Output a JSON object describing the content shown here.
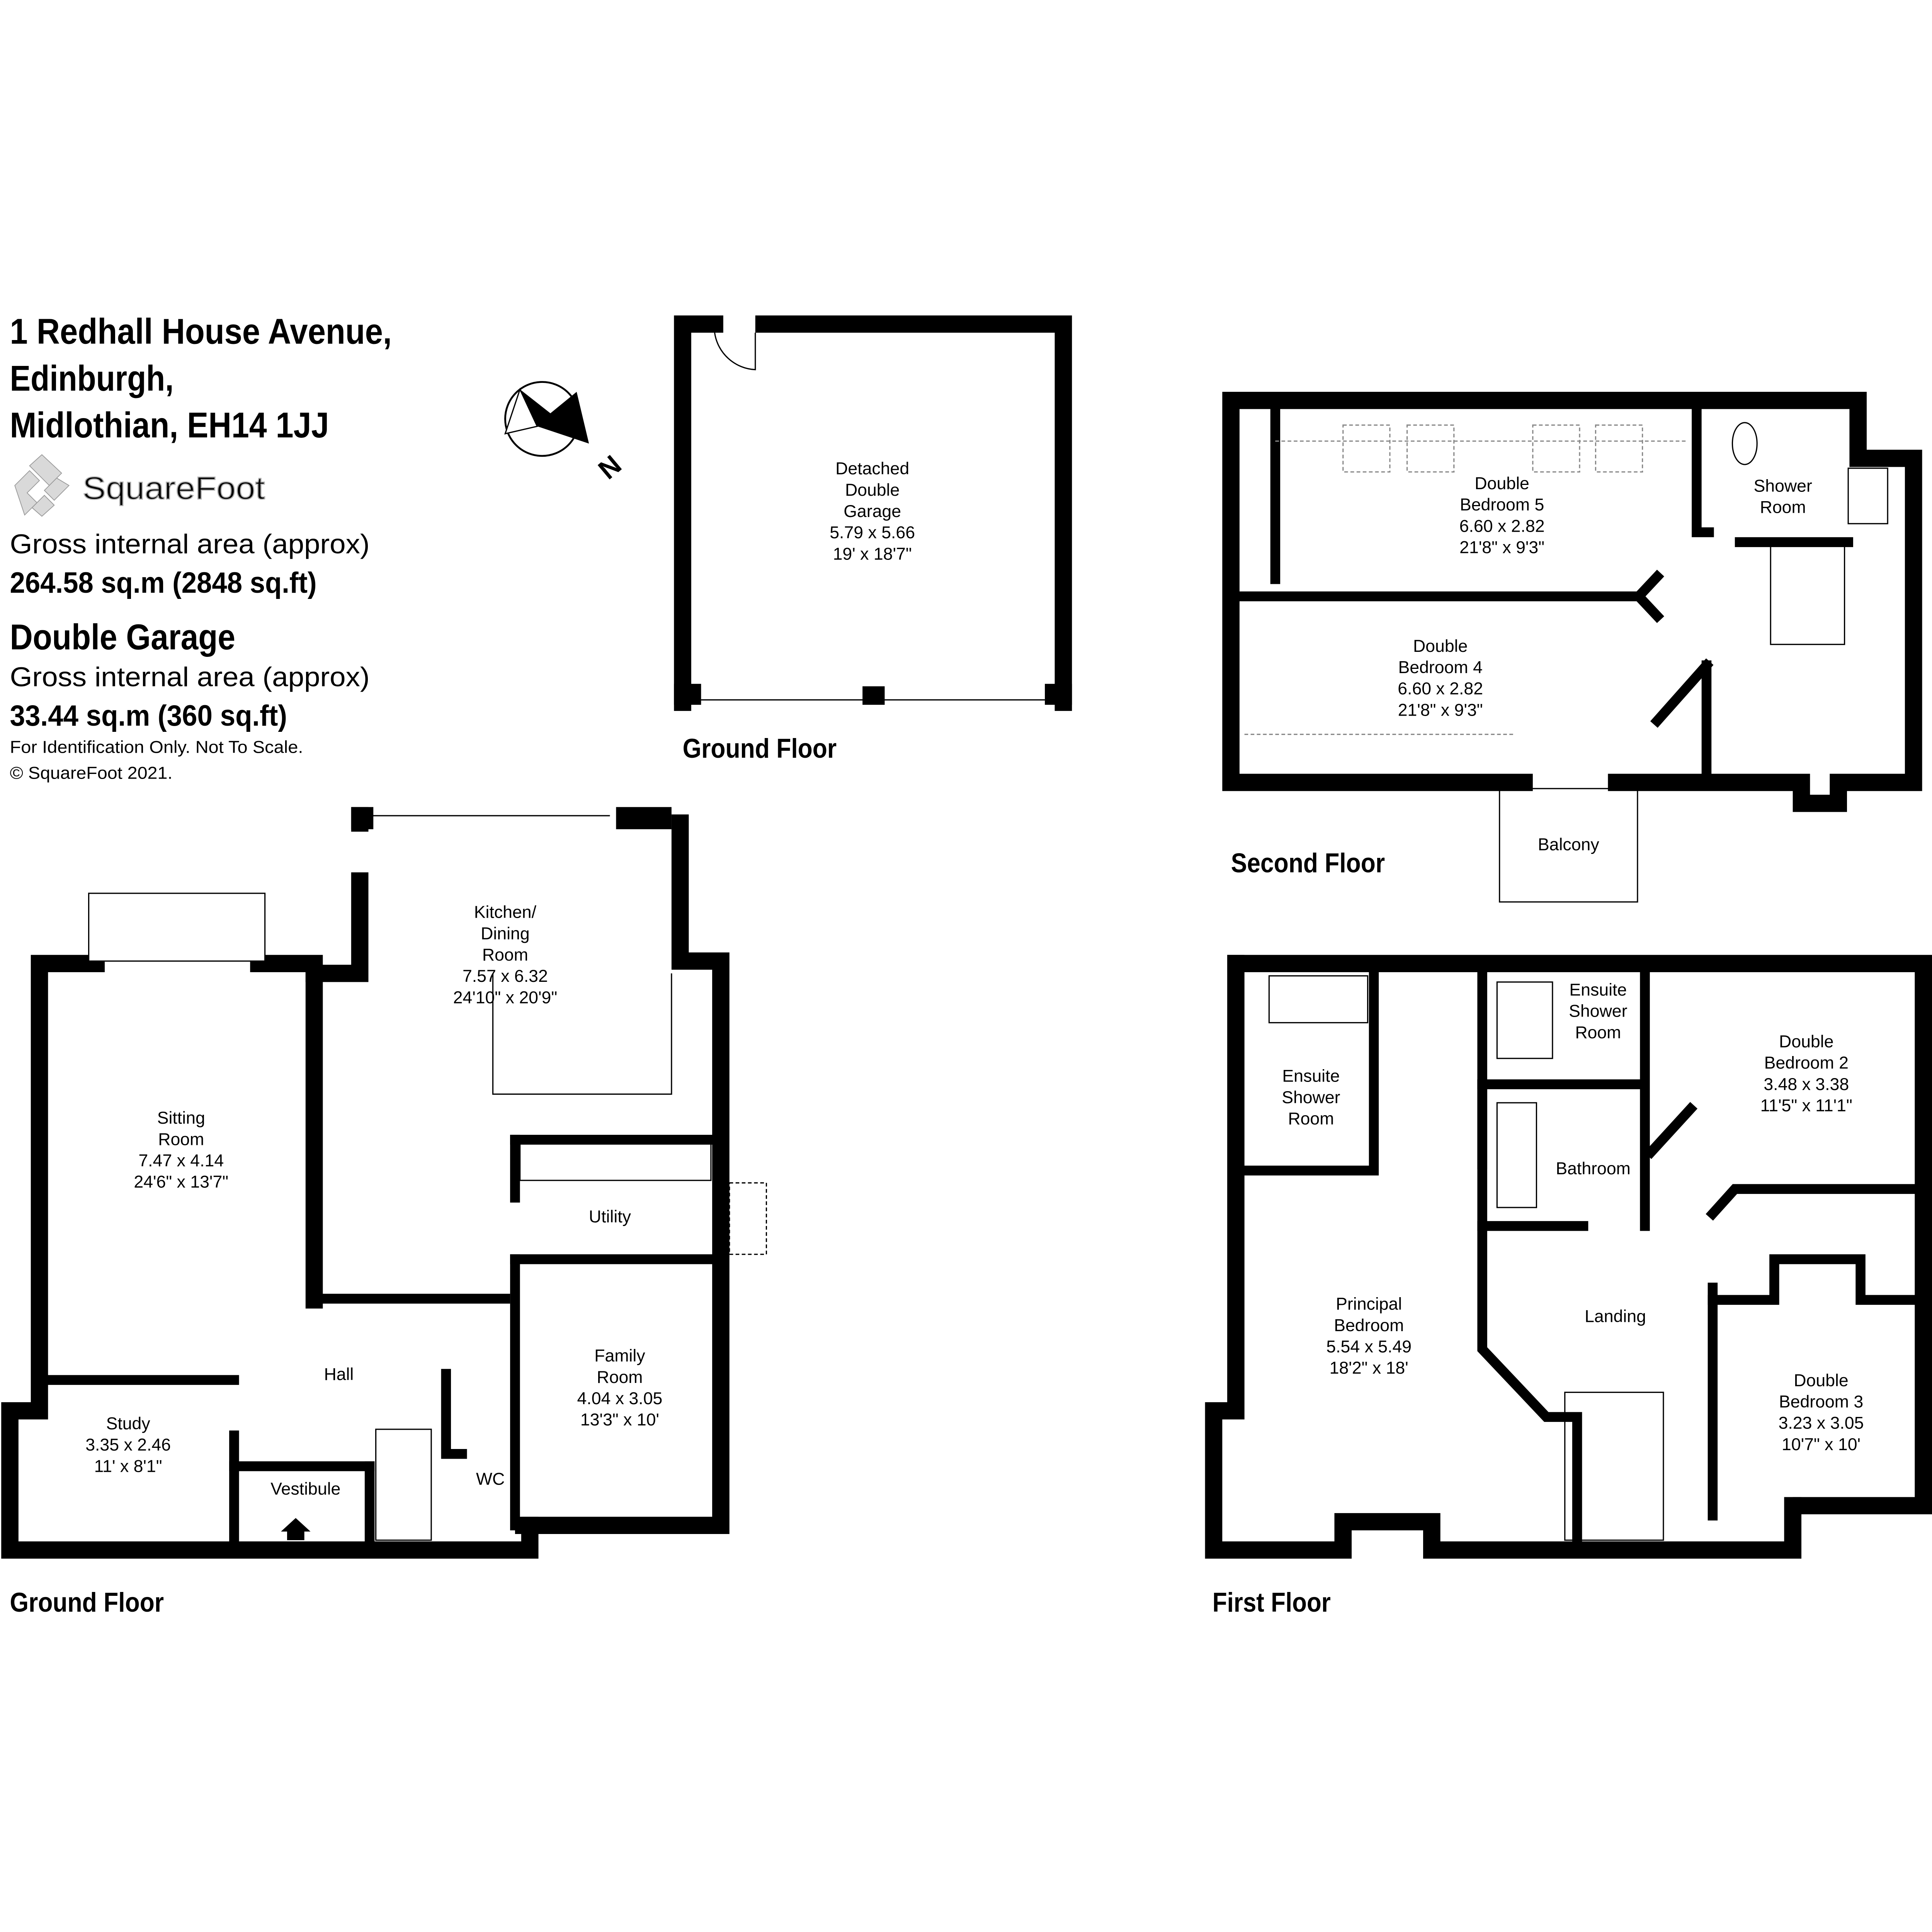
{
  "header": {
    "address_lines": [
      "1 Redhall House Avenue,",
      "Edinburgh,",
      "Midlothian, EH14 1JJ"
    ],
    "logo_text": "SquareFoot",
    "house_area_label": "Gross internal area (approx)",
    "house_area_value": "264.58 sq.m (2848 sq.ft)",
    "garage_heading": "Double Garage",
    "garage_area_label": "Gross internal area (approx)",
    "garage_area_value": "33.44 sq.m (360 sq.ft)",
    "disclaimer": "For Identification Only. Not To Scale.",
    "copyright": "© SquareFoot 2021."
  },
  "compass": {
    "icon": "north-arrow-icon",
    "label": "N"
  },
  "floors": {
    "garage": "Ground Floor",
    "ground": "Ground Floor",
    "first": "First Floor",
    "second": "Second Floor"
  },
  "rooms": {
    "garage": {
      "lines": [
        "Detached",
        "Double",
        "Garage",
        "5.79 x 5.66",
        "19' x 18'7\""
      ]
    },
    "kitchen": {
      "lines": [
        "Kitchen/",
        "Dining",
        "Room",
        "7.57 x 6.32",
        "24'10\" x 20'9\""
      ]
    },
    "sitting": {
      "lines": [
        "Sitting",
        "Room",
        "7.47 x 4.14",
        "24'6\" x 13'7\""
      ]
    },
    "utility": {
      "lines": [
        "Utility"
      ]
    },
    "hall": {
      "lines": [
        "Hall"
      ]
    },
    "family": {
      "lines": [
        "Family",
        "Room",
        "4.04 x 3.05",
        "13'3\" x 10'"
      ]
    },
    "study": {
      "lines": [
        "Study",
        "3.35 x 2.46",
        "11' x 8'1\""
      ]
    },
    "vestibule": {
      "lines": [
        "Vestibule"
      ]
    },
    "wc": {
      "lines": [
        "WC"
      ]
    },
    "bed5": {
      "lines": [
        "Double",
        "Bedroom 5",
        "6.60 x 2.82",
        "21'8\" x 9'3\""
      ]
    },
    "shower2": {
      "lines": [
        "Shower",
        "Room"
      ]
    },
    "bed4": {
      "lines": [
        "Double",
        "Bedroom 4",
        "6.60 x 2.82",
        "21'8\" x 9'3\""
      ]
    },
    "balcony": {
      "lines": [
        "Balcony"
      ]
    },
    "ensuite_top": {
      "lines": [
        "Ensuite",
        "Shower",
        "Room"
      ]
    },
    "ensuite_left": {
      "lines": [
        "Ensuite",
        "Shower",
        "Room"
      ]
    },
    "bed2": {
      "lines": [
        "Double",
        "Bedroom 2",
        "3.48 x 3.38",
        "11'5\" x 11'1\""
      ]
    },
    "bathroom": {
      "lines": [
        "Bathroom"
      ]
    },
    "landing": {
      "lines": [
        "Landing"
      ]
    },
    "principal": {
      "lines": [
        "Principal",
        "Bedroom",
        "5.54 x 5.49",
        "18'2\" x 18'"
      ]
    },
    "bed3": {
      "lines": [
        "Double",
        "Bedroom 3",
        "3.23 x 3.05",
        "10'7\" x 10'"
      ]
    }
  },
  "colors": {
    "walls": "#000000",
    "logo": "#d9d9d9",
    "background": "#ffffff"
  }
}
